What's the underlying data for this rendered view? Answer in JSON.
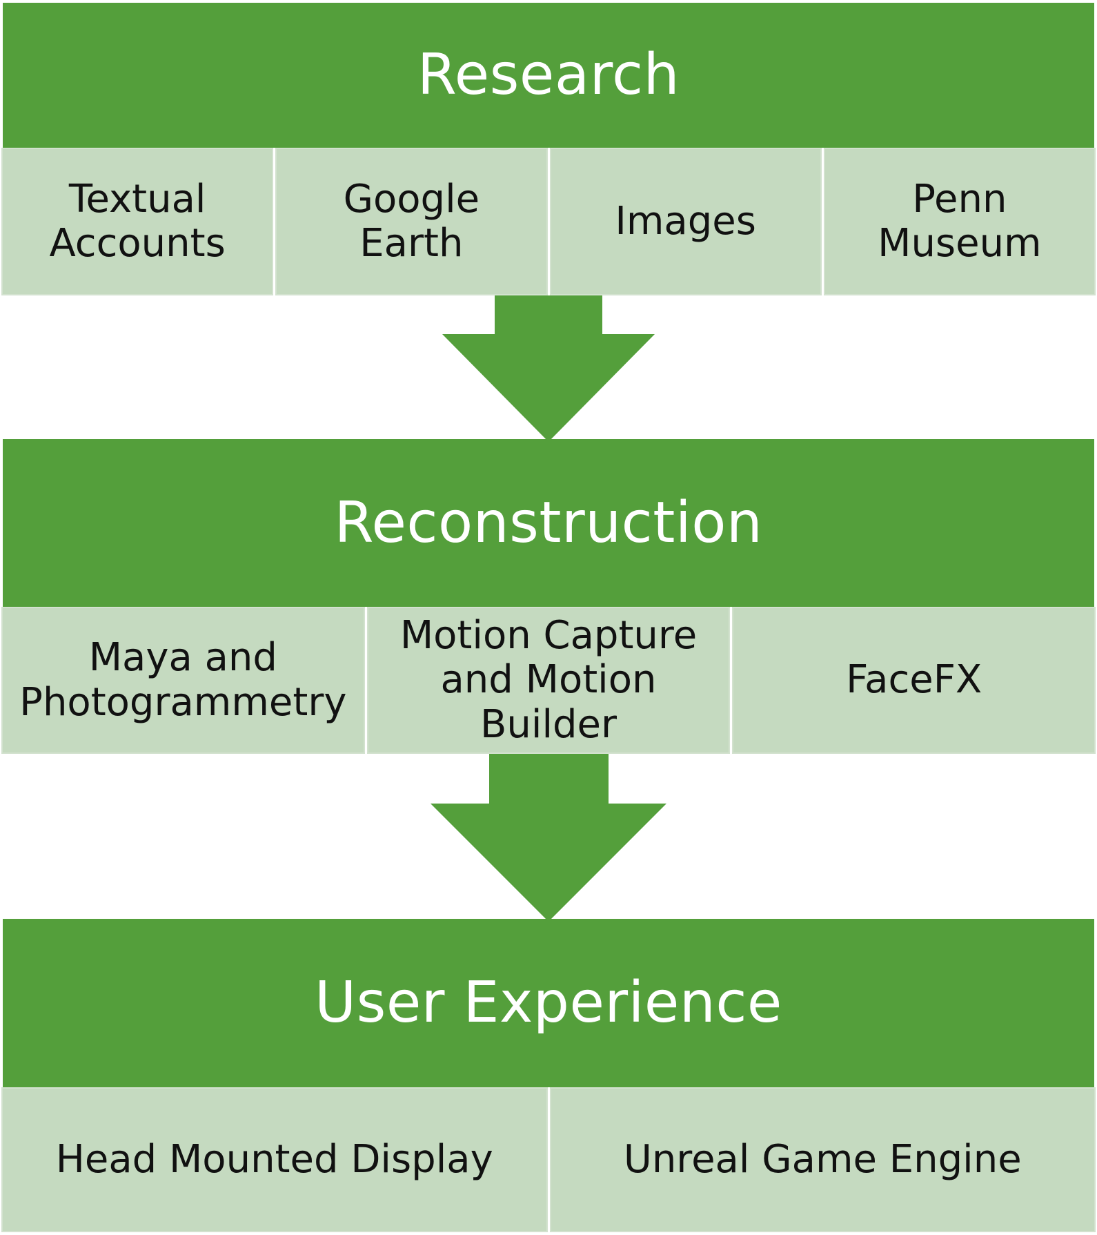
{
  "colors": {
    "header_green": "#549f3b",
    "cell_green": "#c5dac0",
    "arrow_green": "#549f3b",
    "header_text": "#ffffff",
    "cell_text": "#111111"
  },
  "stages": [
    {
      "title": "Research",
      "items": [
        {
          "label": "Textual\nAccounts"
        },
        {
          "label": "Google\nEarth"
        },
        {
          "label": "Images"
        },
        {
          "label": "Penn\nMuseum"
        }
      ]
    },
    {
      "title": "Reconstruction",
      "items": [
        {
          "label": "Maya and\nPhotogrammetry"
        },
        {
          "label": "Motion Capture\nand Motion\nBuilder"
        },
        {
          "label": "FaceFX"
        }
      ]
    },
    {
      "title": "User Experience",
      "items": [
        {
          "label": "Head Mounted Display"
        },
        {
          "label": "Unreal Game Engine"
        }
      ]
    }
  ]
}
